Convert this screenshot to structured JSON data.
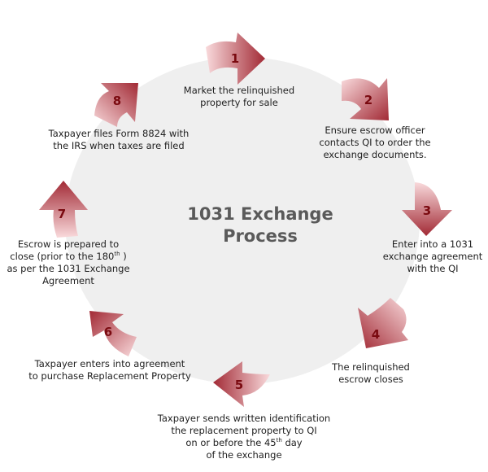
{
  "title": {
    "line1": "1031 Exchange",
    "line2": "Process"
  },
  "colors": {
    "background": "#ffffff",
    "circle": "#efefef",
    "arrow_dark": "#a8323c",
    "arrow_light": "#f7d3d6",
    "step_number": "#7a0a10",
    "title": "#5a5a5a",
    "text": "#222222"
  },
  "steps": [
    {
      "number": "1",
      "lines": [
        "Market the relinquished",
        "property for sale"
      ]
    },
    {
      "number": "2",
      "lines": [
        "Ensure escrow officer",
        "contacts QI to order the",
        "exchange documents."
      ]
    },
    {
      "number": "3",
      "lines": [
        "Enter into a 1031",
        "exchange  agreement",
        "with the QI"
      ]
    },
    {
      "number": "4",
      "lines": [
        "The relinquished",
        "escrow closes"
      ]
    },
    {
      "number": "5",
      "lines": [
        "Taxpayer sends written identification",
        "the  replacement property to QI",
        "on or before the  45",
        "th",
        " day",
        "of the exchange"
      ]
    },
    {
      "number": "6",
      "lines": [
        "Taxpayer enters into agreement",
        "to purchase Replacement Property"
      ]
    },
    {
      "number": "7",
      "lines": [
        "Escrow is prepared to",
        "close (prior to the 180",
        "th",
        " )",
        "as per the 1031 Exchange",
        "Agreement"
      ]
    },
    {
      "number": "8",
      "lines": [
        "Taxpayer files Form 8824 with",
        "the IRS when taxes are filed"
      ]
    }
  ]
}
